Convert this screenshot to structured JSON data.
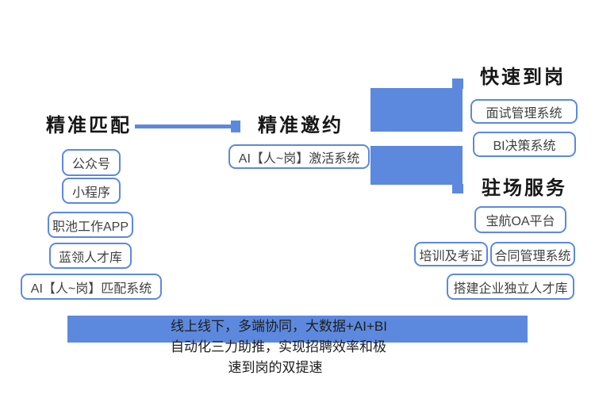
{
  "colors": {
    "accent_blue": "#5c89de",
    "heading_text": "#161616",
    "node_text": "#404040",
    "banner_text": "#1e1e1e",
    "node_background": "#ffffff"
  },
  "stages": {
    "matching": {
      "title": "精准匹配",
      "nodes": [
        "公众号",
        "小程序",
        "职池工作APP",
        "蓝领人才库",
        "AI【人~岗】匹配系统"
      ]
    },
    "invitation": {
      "title": "精准邀约",
      "nodes": [
        "AI【人~岗】激活系统"
      ]
    },
    "onboarding": {
      "title": "快速到岗",
      "nodes": [
        "面试管理系统",
        "BI决策系统"
      ]
    },
    "onsite": {
      "title": "驻场服务",
      "nodes": [
        "宝航OA平台",
        "培训及考证",
        "合同管理系统",
        "搭建企业独立人才库"
      ]
    }
  },
  "banner": {
    "lines": [
      "线上线下，多端协同，大数据+AI+BI",
      "自动化三力助推，实现招聘效率和极",
      "速到岗的双提速"
    ]
  }
}
